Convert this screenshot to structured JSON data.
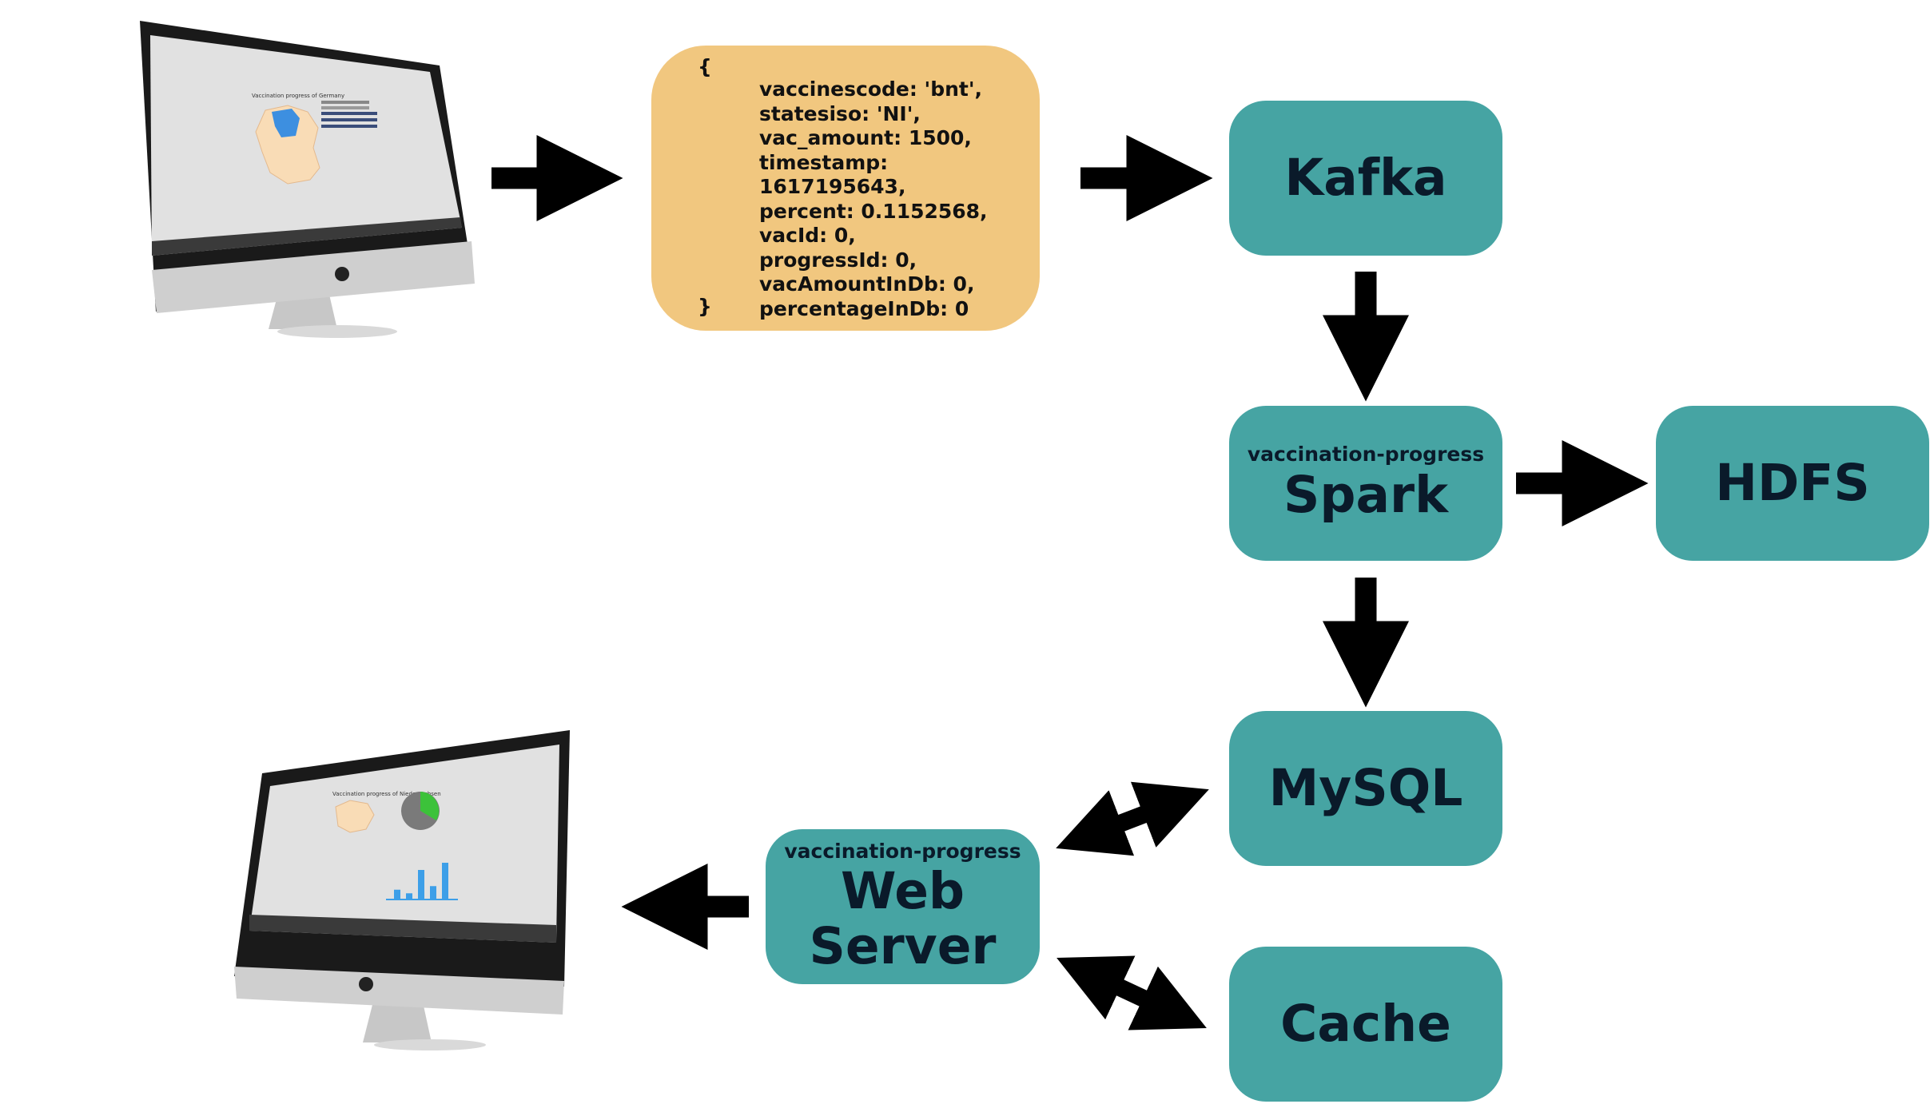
{
  "json_message": {
    "open": "{",
    "close": "}",
    "fields": [
      "vaccinescode: 'bnt',",
      "statesiso: 'NI',",
      "vac_amount: 1500,",
      "timestamp: 1617195643,",
      "percent: 0.1152568,",
      "vacId: 0,",
      "progressId: 0,",
      "vacAmountInDb: 0,",
      "percentageInDb: 0"
    ]
  },
  "nodes": {
    "kafka": {
      "label": "Kafka"
    },
    "spark": {
      "sublabel": "vaccination-progress",
      "label": "Spark"
    },
    "hdfs": {
      "label": "HDFS"
    },
    "mysql": {
      "label": "MySQL"
    },
    "webserver": {
      "sublabel": "vaccination-progress",
      "label_line1": "Web",
      "label_line2": "Server"
    },
    "cache": {
      "label": "Cache"
    }
  },
  "monitor_top": {
    "screen_title": "Vaccination progress of Germany",
    "map_color": "#f9dcb6",
    "highlight_color": "#3d8fe0"
  },
  "monitor_bottom": {
    "screen_title": "Vaccination progress of Niedersachsen",
    "pie_colors": [
      "#7a7a7a",
      "#3cc23a"
    ],
    "bar_color": "#3d9fe8",
    "bars": [
      0.25,
      0.15,
      0.8,
      0.35,
      1.0
    ]
  },
  "colors": {
    "node_fill": "#46a4a3",
    "json_fill": "#f1c77f",
    "arrow": "#000000",
    "text_dark": "#0a1a2a"
  }
}
